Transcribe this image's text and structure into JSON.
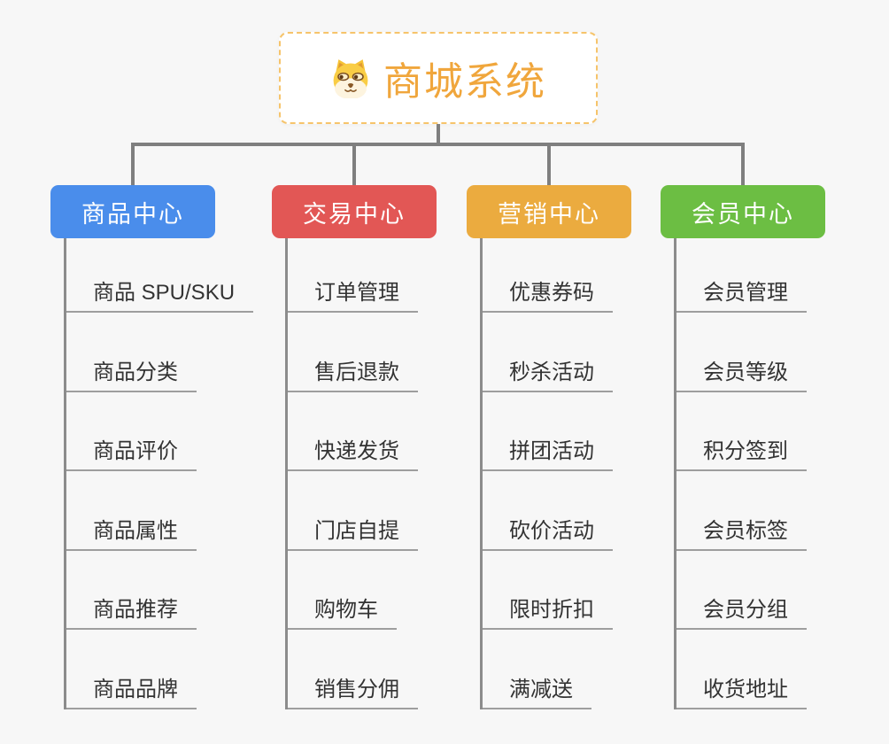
{
  "root": {
    "title": "商城系统",
    "icon": "dog-face-icon",
    "title_color": "#f0a63c",
    "border_color": "#f6c46b"
  },
  "branches": [
    {
      "id": "product-center",
      "label": "商品中心",
      "color": "#4a8deb",
      "items": [
        "商品 SPU/SKU",
        "商品分类",
        "商品评价",
        "商品属性",
        "商品推荐",
        "商品品牌"
      ]
    },
    {
      "id": "trade-center",
      "label": "交易中心",
      "color": "#e25755",
      "items": [
        "订单管理",
        "售后退款",
        "快递发货",
        "门店自提",
        "购物车",
        "销售分佣"
      ]
    },
    {
      "id": "marketing-center",
      "label": "营销中心",
      "color": "#ebab3f",
      "items": [
        "优惠券码",
        "秒杀活动",
        "拼团活动",
        "砍价活动",
        "限时折扣",
        "满减送"
      ]
    },
    {
      "id": "member-center",
      "label": "会员中心",
      "color": "#6cbe43",
      "items": [
        "会员管理",
        "会员等级",
        "积分签到",
        "会员标签",
        "会员分组",
        "收货地址"
      ]
    }
  ],
  "connector_color": "#7f7f7f"
}
